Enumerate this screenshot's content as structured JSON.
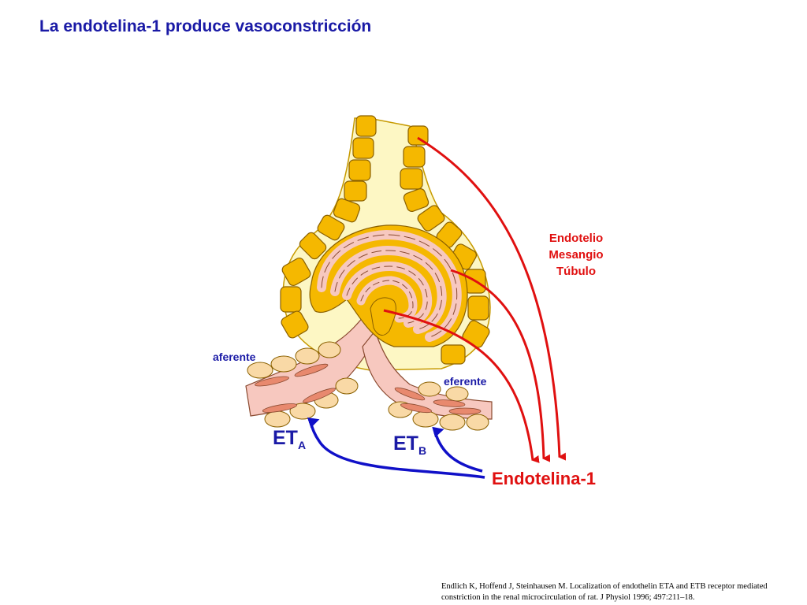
{
  "title": "La endotelina-1 produce vasoconstricción",
  "labels": {
    "sites": [
      "Endotelio",
      "Mesangio",
      "Túbulo"
    ],
    "endothelin": "Endotelina-1",
    "afferent": "aferente",
    "efferent": "eferente",
    "eta_main": "ET",
    "eta_sub": "A",
    "etb_main": "ET",
    "etb_sub": "B"
  },
  "reference": "Endlich K, Hoffend J, Steinhausen M. Localization of endothelin ETA and ETB receptor mediated constriction in the renal microcirculation of rat. J Physiol 1996; 497:211–18.",
  "colors": {
    "title": "#1a1aa6",
    "red_arrow": "#e01010",
    "blue_arrow": "#1010c8",
    "capsule_fill": "#fdf7c4",
    "cell_fill": "#f5b800",
    "vessel_fill": "#f7c8bf",
    "vessel_cell": "#e8896e",
    "outer_cell": "#f9d9a6"
  }
}
